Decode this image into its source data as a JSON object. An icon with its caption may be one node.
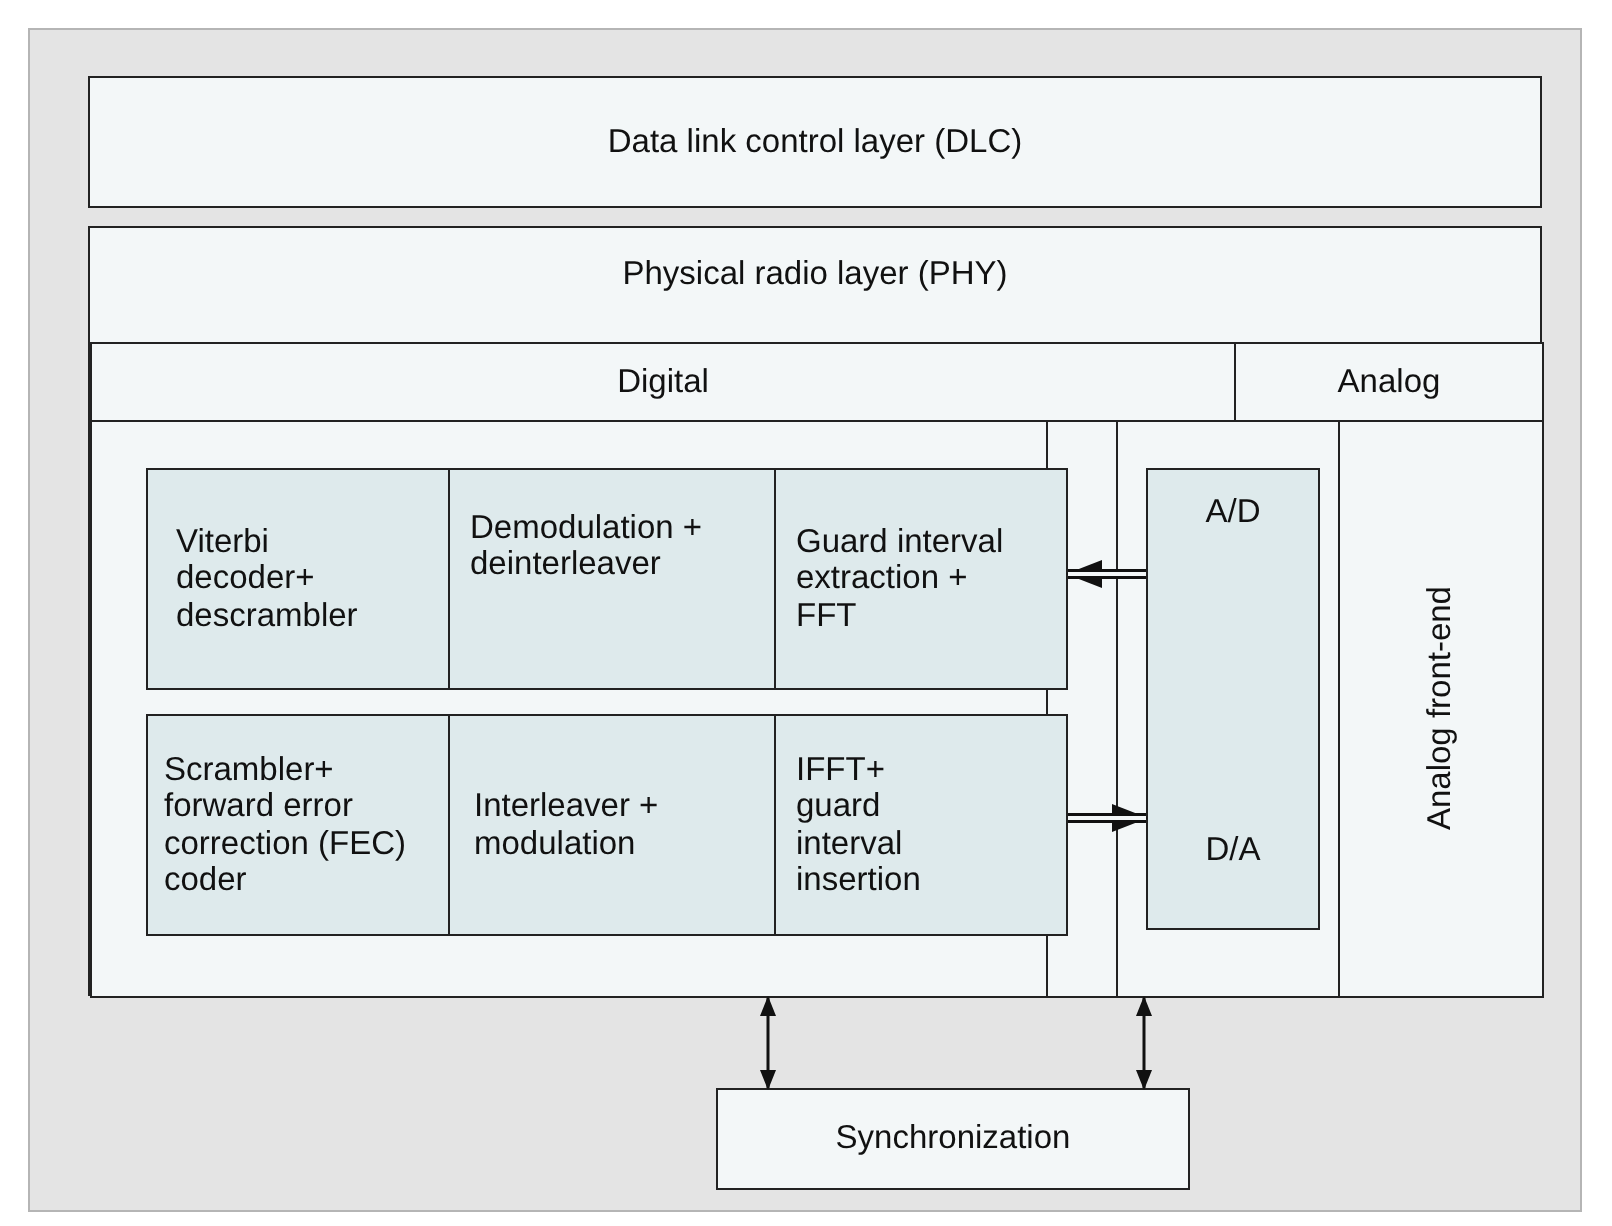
{
  "diagram": {
    "nodes": [
      {
        "text": [
          "Data link control layer (DLC)"
        ]
      },
      {
        "text": [
          "Physical radio layer (PHY)"
        ]
      },
      {
        "text": [
          "Digital"
        ],
        "in": 1
      },
      {
        "text": [
          "Analog"
        ],
        "in": 1
      },
      {
        "text": [],
        "shape": "box",
        "in": 1
      },
      {
        "text": [
          "Viterbi decoder+ descrambler"
        ],
        "in": 4
      },
      {
        "text": [
          "Demodulation + deinterleaver"
        ],
        "in": 4
      },
      {
        "text": [
          "Guard interval extraction + FFT"
        ],
        "in": 4
      },
      {
        "text": [
          "Scrambler+ forward error correction (FEC) coder"
        ],
        "in": 4
      },
      {
        "text": [
          "Interleaver + modulation"
        ],
        "in": 4
      },
      {
        "text": [
          "IFFT+ guard interval insertion"
        ],
        "in": 4
      },
      {
        "text": [],
        "shape": "box",
        "in": 1
      },
      {
        "text": [
          "A/D",
          "D/A"
        ],
        "in": 11
      },
      {
        "text": [
          "Analog front-end"
        ],
        "in": 1
      },
      {
        "text": [
          "Synchronization"
        ]
      }
    ],
    "edges": [
      {
        "from": 12,
        "to": 7,
        "arrow": "to",
        "style": "thick"
      },
      {
        "from": 10,
        "to": 12,
        "arrow": "to",
        "style": "thick"
      },
      {
        "from": 14,
        "to": 4,
        "arrow": "both"
      },
      {
        "from": 14,
        "to": 11,
        "arrow": "both"
      }
    ]
  }
}
